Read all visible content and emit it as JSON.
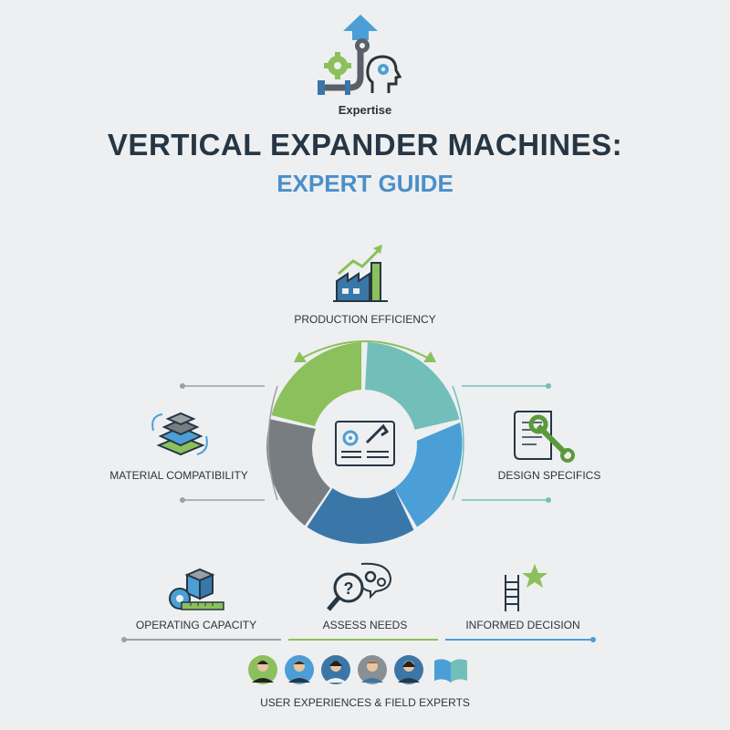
{
  "header": {
    "badge_label": "Expertise",
    "title": "VERTICAL EXPANDER MACHINES:",
    "subtitle": "EXPERT GUIDE"
  },
  "wheel": {
    "center_icon": "dashboard-gear-wrench-icon",
    "segments": [
      {
        "name": "production-efficiency",
        "color": "#72bfba"
      },
      {
        "name": "design-specifics",
        "color": "#4b9fd6"
      },
      {
        "name": "assess-needs",
        "color": "#3a77a8"
      },
      {
        "name": "material-compatibility",
        "color": "#787d82"
      },
      {
        "name": "top-left",
        "color": "#8bc05c"
      }
    ]
  },
  "features": {
    "production_efficiency": "PRODUCTION EFFICIENCY",
    "material_compatibility": "MATERIAL COMPATIBILITY",
    "design_specifics": "DESIGN SPECIFICS",
    "operating_capacity": "OPERATING CAPACITY",
    "assess_needs": "ASSESS NEEDS",
    "informed_decision": "INFORMED DECISION"
  },
  "footer": {
    "label": "USER EXPERIENCES & FIELD EXPERTS",
    "avatars": [
      {
        "bg": "#8bc05c",
        "icon": "person-avatar-icon"
      },
      {
        "bg": "#4b9fd6",
        "icon": "person-avatar-icon"
      },
      {
        "bg": "#3a77a8",
        "icon": "person-avatar-icon"
      },
      {
        "bg": "#8a8f94",
        "icon": "person-avatar-icon"
      },
      {
        "bg": "#3a77a8",
        "icon": "person-avatar-icon"
      }
    ],
    "book_icon": "open-book-icon"
  },
  "colors": {
    "green": "#8bc05c",
    "teal": "#72bfba",
    "blue": "#4b9fd6",
    "navy": "#263645",
    "gray": "#787d82"
  }
}
